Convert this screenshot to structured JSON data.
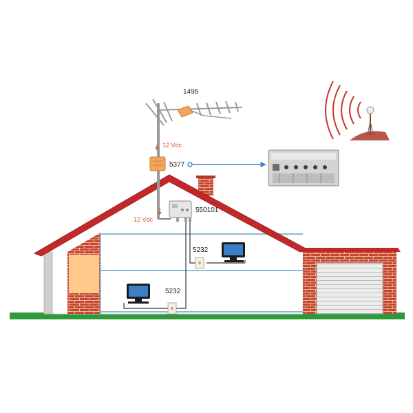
{
  "labels": {
    "antenna": "1496",
    "amplifier": "5377",
    "distributor": "550101",
    "outlet_upper": "5232",
    "outlet_lower": "5232",
    "power_mast": "12 Vdc",
    "power_roof": "12 Vdc"
  },
  "colors": {
    "roof": "#c0282a",
    "brick": "#c8482e",
    "cable": "#8fb8d4",
    "grass": "#2e9a3a",
    "signal": "#c8352e",
    "accent_arrow": "#3a86c8",
    "wall_fill": "#ffc98a",
    "power_label": "#d9542a"
  },
  "icons": [
    "antenna-icon",
    "broadcast-tower-icon",
    "tv-icon",
    "amplifier-icon",
    "splitter-icon",
    "wall-outlet-icon",
    "control-panel-icon",
    "garage-door-icon",
    "chimney-icon"
  ]
}
